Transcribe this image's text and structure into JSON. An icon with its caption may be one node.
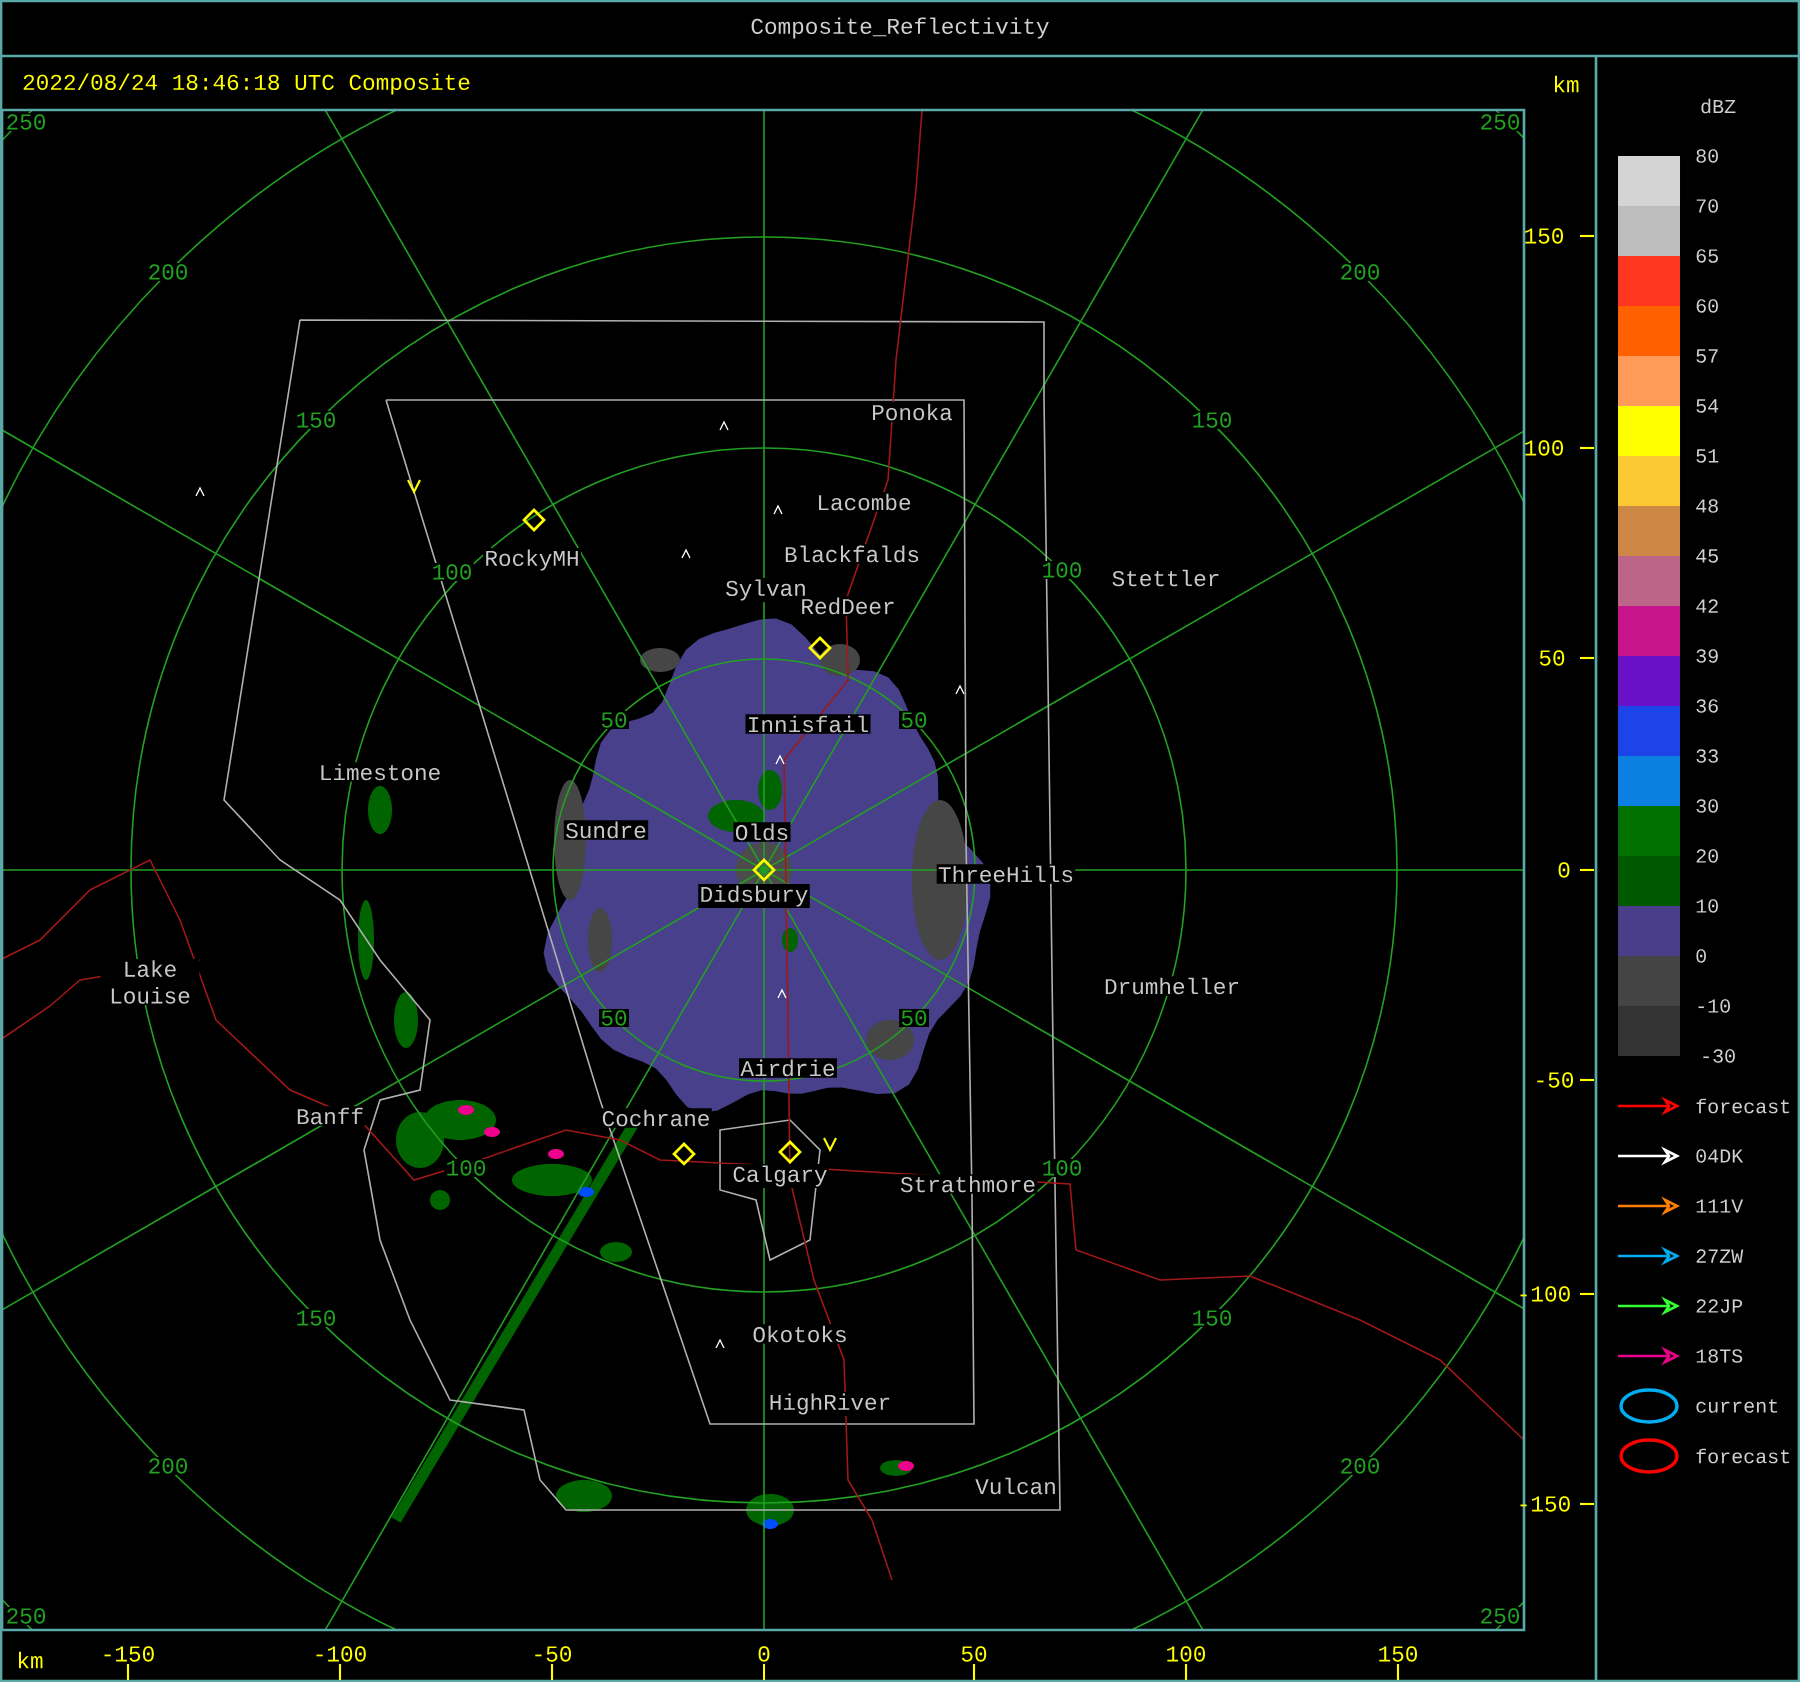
{
  "diagram": {
    "title": "Composite_Reflectivity",
    "labels": [
      "2022/08/24 18:46:18 UTC Composite",
      "km",
      "250",
      "250",
      "dBZ",
      "150",
      "200",
      "200",
      "150",
      "Ponoka",
      "150",
      "100",
      "Lacombe",
      "Blackfalds",
      "100",
      "RockyMH",
      "100",
      "Stettler",
      "Sylvan",
      "RedDeer",
      "50",
      "50",
      "Innisfail",
      "50",
      "Limestone",
      "Sundre",
      "Olds",
      "ThreeHills",
      "0",
      "Didsbury",
      "Lake Louise",
      "Drumheller",
      "50",
      "50",
      "Airdrie",
      "-50",
      "Banff",
      "Cochrane",
      "100",
      "Calgary",
      "Strathmore",
      "100",
      "-100",
      "150",
      "Okotoks",
      "150",
      "HighRiver",
      "200",
      "Vulcan",
      "200",
      "-150",
      "250",
      "250",
      "km",
      "-150",
      "-100",
      "-50",
      "0",
      "50",
      "100",
      "150",
      "-30"
    ],
    "legend": [
      {
        "text": "80",
        "color": "#d4d4d4"
      },
      {
        "text": "70",
        "color": "#bdbdbd"
      },
      {
        "text": "65",
        "color": "#ff3520"
      },
      {
        "text": "60",
        "color": "#ff6000"
      },
      {
        "text": "57",
        "color": "#ff9a58"
      },
      {
        "text": "54",
        "color": "#ffff00"
      },
      {
        "text": "51",
        "color": "#fcc834"
      },
      {
        "text": "48",
        "color": "#cc8844"
      },
      {
        "text": "45",
        "color": "#bb6688"
      },
      {
        "text": "42",
        "color": "#c8148c"
      },
      {
        "text": "39",
        "color": "#6a10c8"
      },
      {
        "text": "36",
        "color": "#1c44e8"
      },
      {
        "text": "33",
        "color": "#0c80e0"
      },
      {
        "text": "30",
        "color": "#007000"
      },
      {
        "text": "20",
        "color": "#005800"
      },
      {
        "text": "10",
        "color": "#4a3e8a"
      },
      {
        "text": "0",
        "color": "#444444"
      },
      {
        "text": "-10",
        "color": "#333333"
      },
      {
        "text": "forecast"
      },
      {
        "text": "04DK"
      },
      {
        "text": "111V"
      },
      {
        "text": "27ZW"
      },
      {
        "text": "22JP"
      },
      {
        "text": "18TS"
      },
      {
        "text": "current"
      },
      {
        "text": "forecast"
      }
    ]
  }
}
